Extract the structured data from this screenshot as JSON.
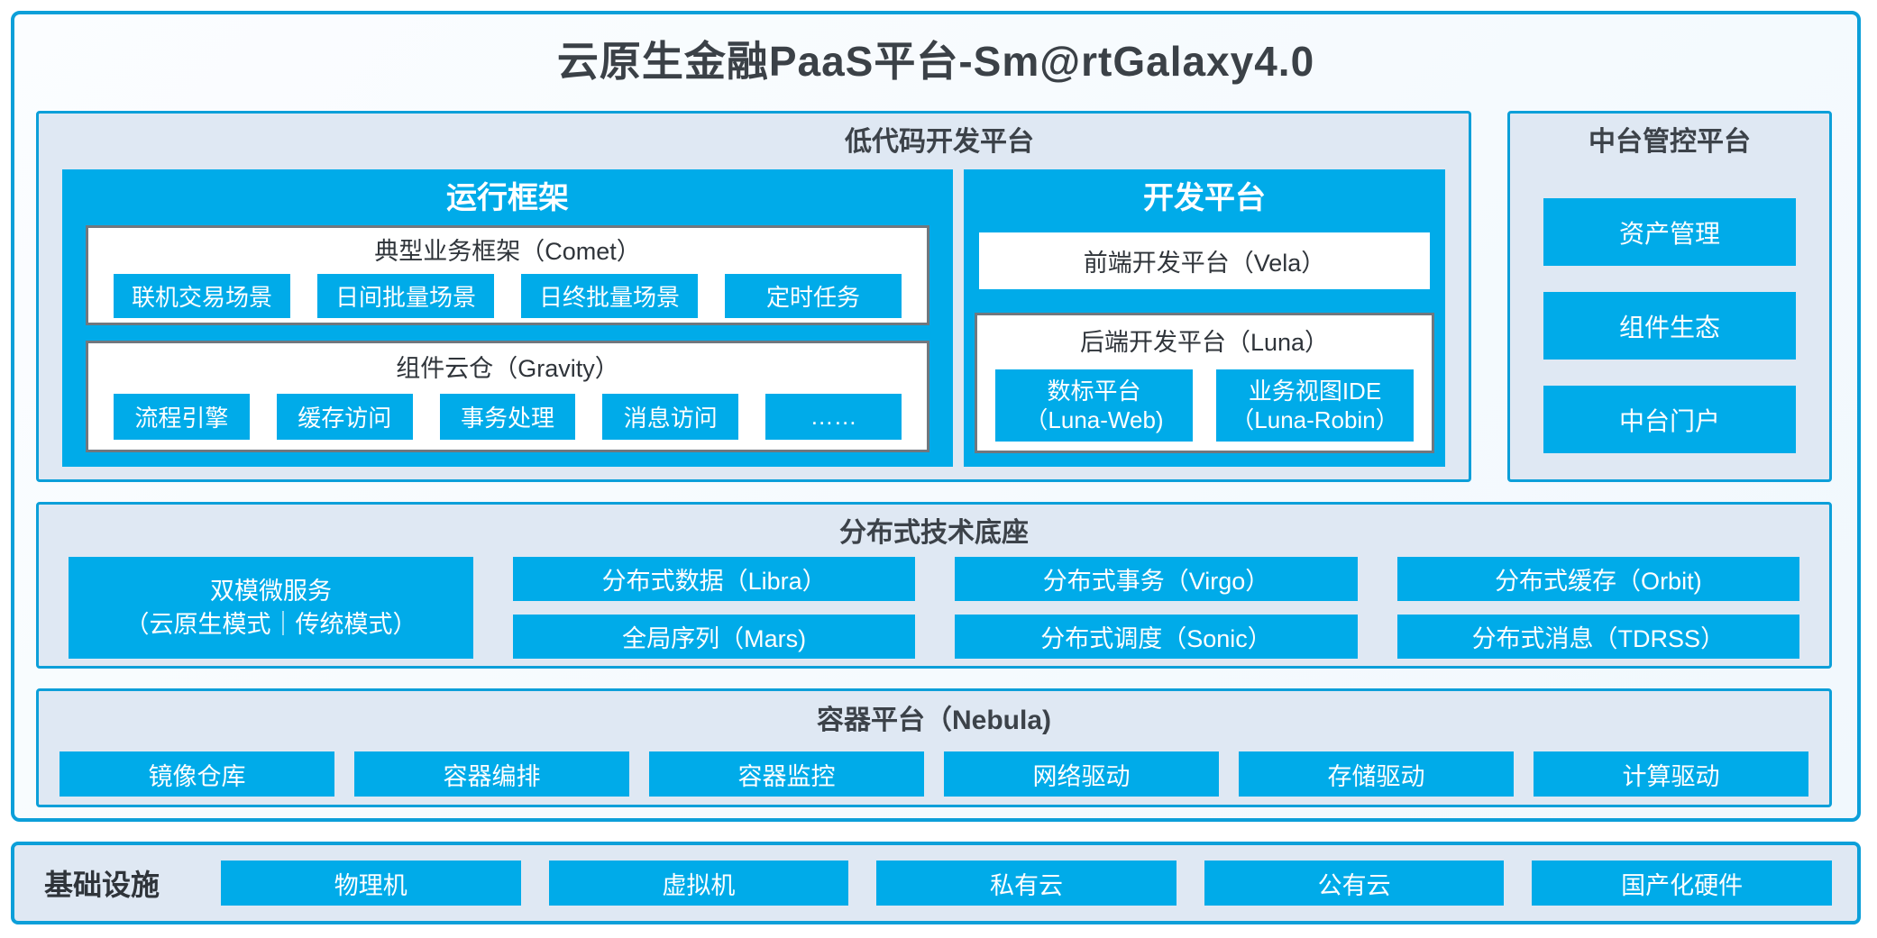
{
  "title": "云原生金融PaaS平台-Sm@rtGalaxy4.0",
  "colors": {
    "accent_blue": "#00abe9",
    "border_blue": "#0c9fd9",
    "panel_bg": "#dfe8f3",
    "dark_text": "#3c4249",
    "gray_box_border": "#71777e"
  },
  "low_code": {
    "title": "低代码开发平台",
    "runtime": {
      "title": "运行框架",
      "comet": {
        "title": "典型业务框架（Comet）",
        "items": [
          "联机交易场景",
          "日间批量场景",
          "日终批量场景",
          "定时任务"
        ]
      },
      "gravity": {
        "title": "组件云仓（Gravity）",
        "items": [
          "流程引擎",
          "缓存访问",
          "事务处理",
          "消息访问",
          "……"
        ]
      }
    },
    "dev": {
      "title": "开发平台",
      "vela": "前端开发平台（Vela）",
      "luna": {
        "title": "后端开发平台（Luna）",
        "items": [
          {
            "title": "数标平台",
            "subtitle": "（Luna-Web)"
          },
          {
            "title": "业务视图IDE",
            "subtitle": "（Luna-Robin）"
          }
        ]
      }
    }
  },
  "mid_platform": {
    "title": "中台管控平台",
    "items": [
      "资产管理",
      "组件生态",
      "中台门户"
    ]
  },
  "distributed": {
    "title": "分布式技术底座",
    "dual_mode": {
      "title": "双模微服务",
      "subtitle": "（云原生模式｜传统模式）"
    },
    "columns": [
      [
        "分布式数据（Libra）",
        "全局序列（Mars)"
      ],
      [
        "分布式事务（Virgo）",
        "分布式调度（Sonic）"
      ],
      [
        "分布式缓存（Orbit)",
        "分布式消息（TDRSS）"
      ]
    ]
  },
  "container_platform": {
    "title": "容器平台（Nebula)",
    "items": [
      "镜像仓库",
      "容器编排",
      "容器监控",
      "网络驱动",
      "存储驱动",
      "计算驱动"
    ]
  },
  "infrastructure": {
    "label": "基础设施",
    "items": [
      "物理机",
      "虚拟机",
      "私有云",
      "公有云",
      "国产化硬件"
    ]
  }
}
